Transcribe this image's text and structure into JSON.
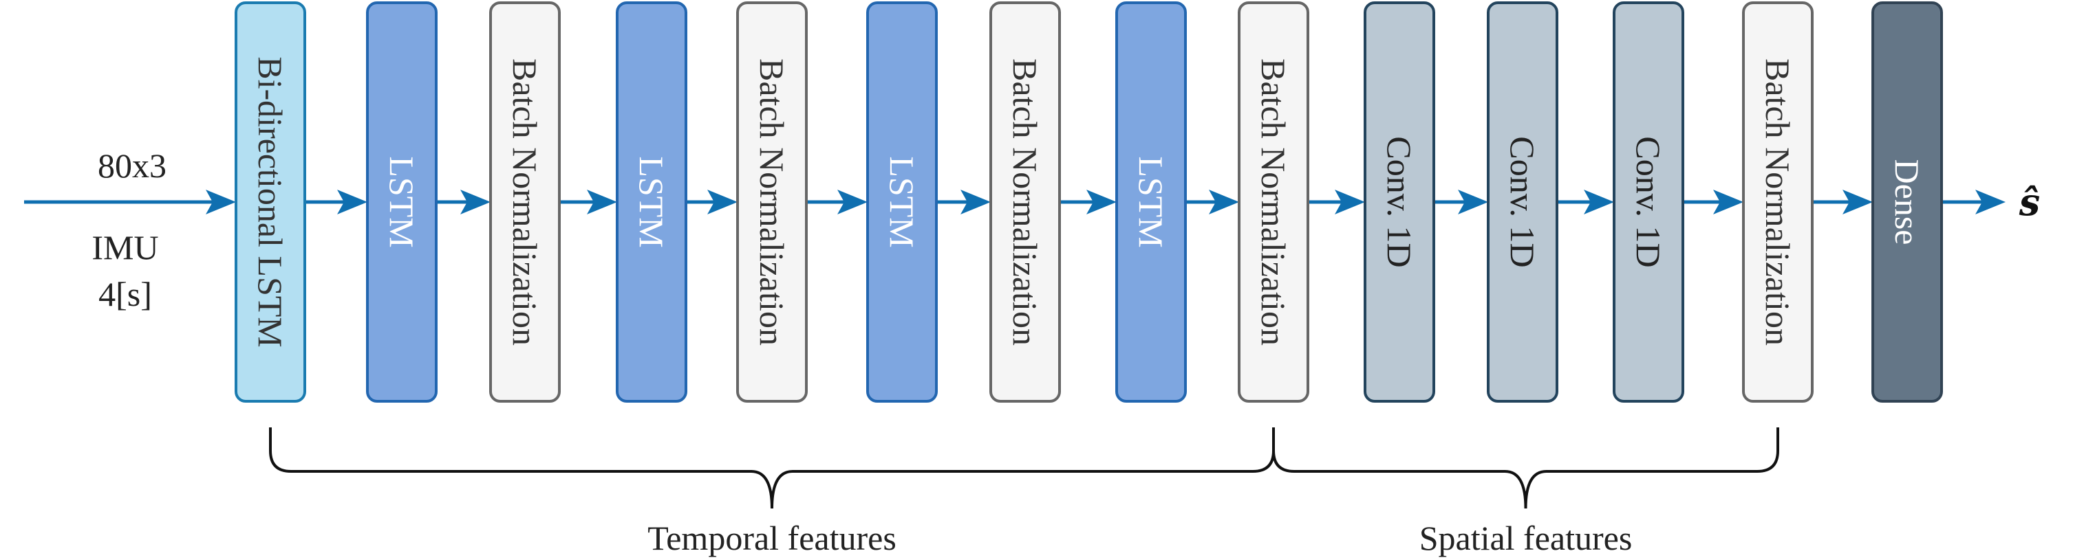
{
  "input": {
    "shape_label": "80x3",
    "sensor_label": "IMU",
    "window_label": "4[s]"
  },
  "output": {
    "label": "ŝ"
  },
  "layers": [
    {
      "id": "bilstm",
      "label": "Bi-directional LSTM",
      "kind": "bilstm"
    },
    {
      "id": "lstm-1",
      "label": "LSTM",
      "kind": "lstm"
    },
    {
      "id": "bn-1",
      "label": "Batch Normalization",
      "kind": "bn"
    },
    {
      "id": "lstm-2",
      "label": "LSTM",
      "kind": "lstm"
    },
    {
      "id": "bn-2",
      "label": "Batch Normalization",
      "kind": "bn"
    },
    {
      "id": "lstm-3",
      "label": "LSTM",
      "kind": "lstm"
    },
    {
      "id": "bn-3",
      "label": "Batch Normalization",
      "kind": "bn"
    },
    {
      "id": "lstm-4",
      "label": "LSTM",
      "kind": "lstm"
    },
    {
      "id": "bn-4",
      "label": "Batch Normalization",
      "kind": "bn"
    },
    {
      "id": "conv-1",
      "label": "Conv. 1D",
      "kind": "conv"
    },
    {
      "id": "conv-2",
      "label": "Conv. 1D",
      "kind": "conv"
    },
    {
      "id": "conv-3",
      "label": "Conv. 1D",
      "kind": "conv"
    },
    {
      "id": "bn-5",
      "label": "Batch Normalization",
      "kind": "bn"
    },
    {
      "id": "dense",
      "label": "Dense",
      "kind": "dense"
    }
  ],
  "groups": [
    {
      "id": "temporal",
      "label": "Temporal features",
      "from_layer": 0,
      "to_layer": 8
    },
    {
      "id": "spatial",
      "label": "Spatial features",
      "from_layer": 8,
      "to_layer": 12
    }
  ],
  "styles": {
    "bilstm": {
      "fill": "#b3dff2",
      "stroke": "#1a7bb0",
      "text": "#333333"
    },
    "lstm": {
      "fill": "#7ea6e0",
      "stroke": "#2266b0",
      "text": "#ffffff"
    },
    "bn": {
      "fill": "#f5f5f5",
      "stroke": "#666666",
      "text": "#333333"
    },
    "conv": {
      "fill": "#bac8d3",
      "stroke": "#23445d",
      "text": "#222222"
    },
    "dense": {
      "fill": "#647687",
      "stroke": "#314354",
      "text": "#ffffff"
    },
    "arrow": "#0f6fb0",
    "brace": "#111111"
  }
}
